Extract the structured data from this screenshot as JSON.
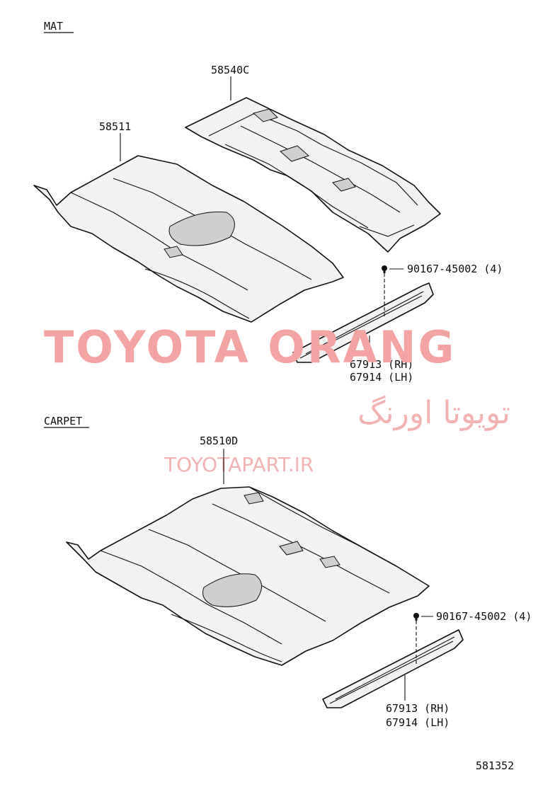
{
  "sections": {
    "mat": {
      "heading": "MAT",
      "parts": {
        "rear_mat": "58540C",
        "front_mat": "58511",
        "clip": "90167-45002 (4)",
        "scuff_rh": "67913 (RH)",
        "scuff_lh": "67914 (LH)"
      }
    },
    "carpet": {
      "heading": "CARPET",
      "parts": {
        "carpet": "58510D",
        "clip": "90167-45002 (4)",
        "scuff_rh": "67913 (RH)",
        "scuff_lh": "67914 (LH)"
      }
    }
  },
  "watermark": {
    "brand": "TOYOTA ORANG",
    "brand_fa": "تویوتا اورنگ",
    "url": "TOYOTAPART.IR"
  },
  "figure_number": "581352",
  "colors": {
    "watermark": "#f4a3a3",
    "line": "#111111"
  }
}
